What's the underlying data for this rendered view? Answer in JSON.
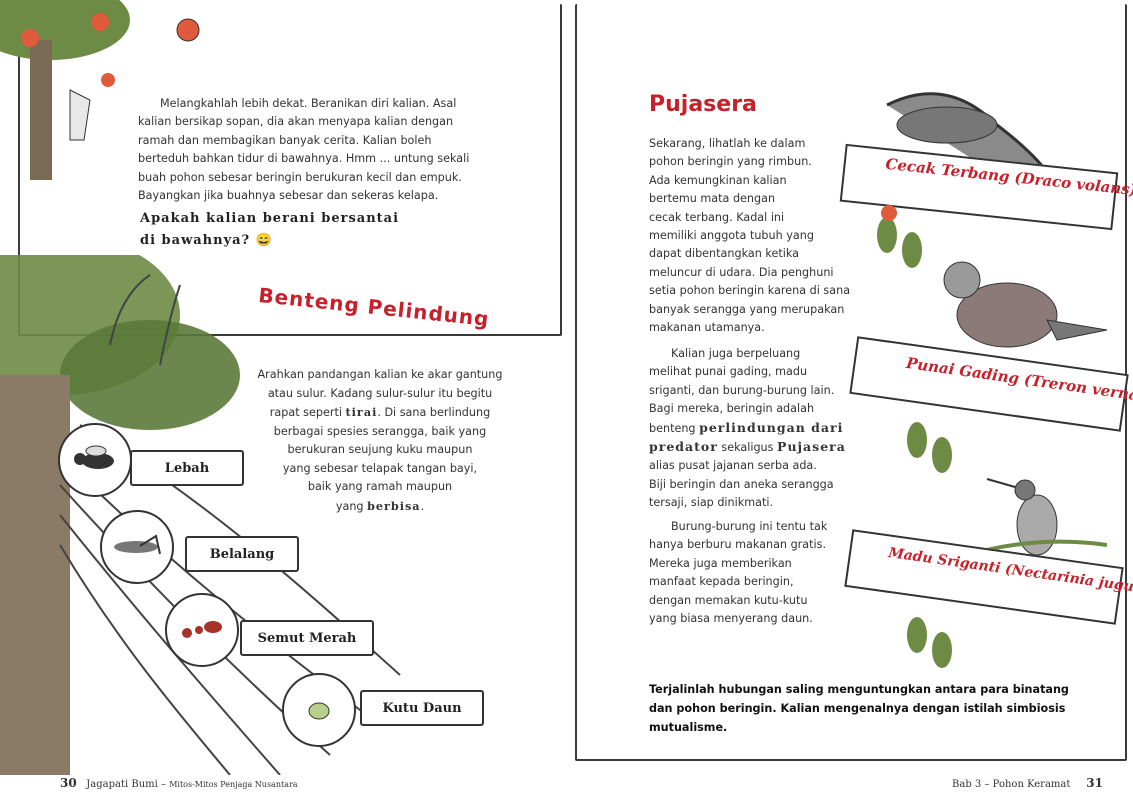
{
  "left": {
    "intro_text": "Melangkahlah lebih dekat. Beranikan diri kalian. Asal kalian bersikap sopan, dia akan menyapa kalian dengan ramah dan membagikan banyak cerita. Kalian boleh berteduh bahkan tidur di bawahnya. Hmm ... untung sekali buah pohon sebesar beringin berukuran kecil dan empuk. Bayangkan jika buahnya sebesar dan sekeras kelapa.",
    "question_line1": "Apakah kalian berani bersantai",
    "question_line2": "di bawahnya?",
    "question_emoji": "😄",
    "heading": "Benteng Pelindung",
    "body_lines": [
      "Arahkan pandangan kalian ke akar gantung",
      "atau sulur. Kadang sulur-sulur itu begitu",
      "rapat seperti",
      "tirai",
      ". Di sana berlindung",
      "berbagai spesies serangga, baik yang",
      "berukuran seujung kuku maupun",
      "yang sebesar telapak tangan bayi,",
      "baik yang ramah maupun",
      "yang",
      "berbisa",
      "."
    ],
    "insects": [
      "Lebah",
      "Belalang",
      "Semut Merah",
      "Kutu Daun"
    ],
    "footer_page": "30",
    "footer_book": "Jagapati Bumi –",
    "footer_sub": "Mitos-Mitos Penjaga Nusantara"
  },
  "right": {
    "heading": "Pujasera",
    "para1_lines": [
      "Sekarang, lihatlah ke dalam",
      "pohon beringin yang rimbun.",
      "Ada kemungkinan kalian",
      "bertemu mata dengan",
      "cecak terbang. Kadal ini",
      "memiliki anggota tubuh yang",
      "dapat dibentangkan ketika",
      "meluncur di udara. Dia penghuni",
      "setia pohon beringin karena di sana",
      "banyak serangga yang merupakan",
      "makanan utamanya."
    ],
    "para2_lines": [
      "Kalian juga berpeluang",
      "melihat punai gading, madu",
      "sriganti, dan burung-burung lain.",
      "Bagi mereka, beringin adalah",
      "benteng",
      "perlindungan dari",
      "predator",
      "sekaligus",
      "Pujasera",
      "alias pusat jajanan serba ada.",
      "Biji beringin dan aneka serangga",
      "tersaji, siap dinikmati."
    ],
    "para3_lines": [
      "Burung-burung ini tentu tak",
      "hanya berburu makanan gratis.",
      "Mereka juga memberikan",
      "manfaat kepada beringin,",
      "dengan memakan kutu-kutu",
      "yang biasa menyerang daun."
    ],
    "animals": [
      "Cecak Terbang (Draco volans)",
      "Punai Gading (Treron vernans)",
      "Madu Sriganti (Nectarinia jugularis)"
    ],
    "conclusion": "Terjalinlah hubungan saling menguntungkan antara para binatang dan pohon beringin. Kalian mengenalnya dengan istilah simbiosis mutualisme.",
    "footer_chapter": "Bab 3 – Pohon Keramat",
    "footer_page": "31"
  },
  "colors": {
    "accent_red": "#c8202a",
    "leaf_green": "#5b7a3a",
    "ink": "#333333"
  }
}
